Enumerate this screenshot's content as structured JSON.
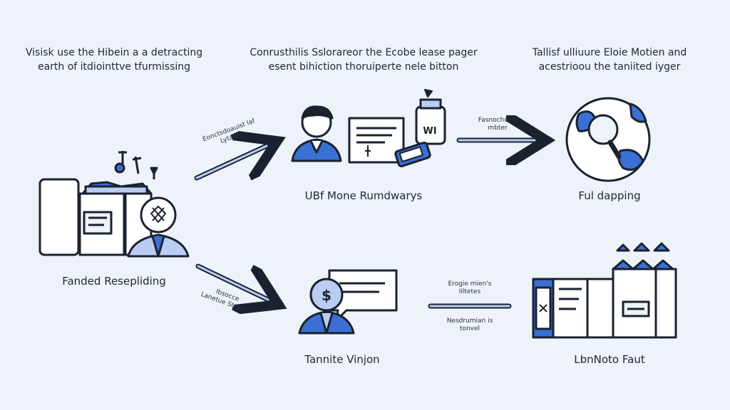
{
  "captions": {
    "left": [
      "Visisk use the Hibein a a detracting",
      "earth of itdiointtve tfurmissing"
    ],
    "center": [
      "Conrusthilis Sslorareor the Ecobe lease pager",
      "esent bihiction thoruiperte nele bitton"
    ],
    "right": [
      "Tallisf ulliuure Eloie Motien and",
      "acestrioou the taniited iyger"
    ]
  },
  "nodes": {
    "left_label": "Fanded Resepliding",
    "top_center_label": "UBf Mone Rumdwarys",
    "top_right_label": "Ful dapping",
    "bottom_center_label": "Tannite Vinjon",
    "bottom_right_label": "LbnNoto Faut"
  },
  "arrow_labels": {
    "left_upper": [
      "Eonctsdoauist laf",
      "Lytasm"
    ],
    "left_lower": [
      "Ibsocce",
      "Lanetue Steppy"
    ],
    "top_right": [
      "Fasnochor fi",
      "mbter"
    ],
    "bottom_right_top": [
      "Erogie mien's",
      "Iiltetes"
    ],
    "bottom_right_bottom": [
      "Nesdrumian is",
      "tonvel"
    ]
  },
  "jar_text": "WI",
  "colors": {
    "accent": "#3b6fd4",
    "accent_light": "#b9cdf2",
    "stroke": "#1a2230",
    "background": "#eef3f9"
  }
}
